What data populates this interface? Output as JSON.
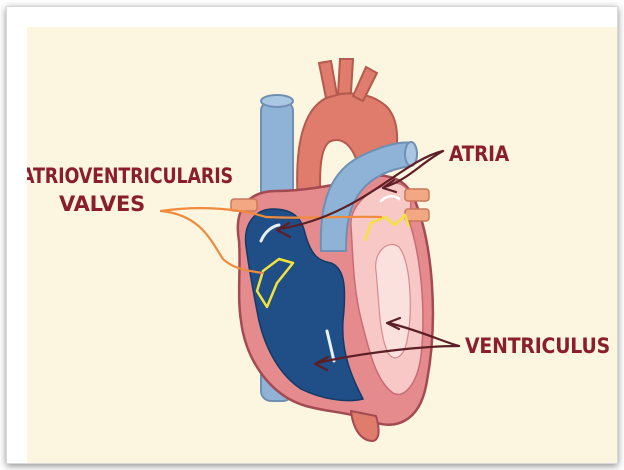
{
  "labels": {
    "av_line1": "ATRIOVENTRICULARIS",
    "av_line2": "VALVES",
    "atria": "ATRIA",
    "ventriculus": "VENTRICULUS"
  },
  "colors": {
    "background": "#fcf6e1",
    "label_text": "#8a1e2a",
    "arrow": "#5c1f26",
    "valve_leader": "#f08a3c",
    "valve_outline": "#f4e23c",
    "vein_blue": "#8fb3d6",
    "right_chamber": "#1f4f86",
    "aorta": "#e07c6c",
    "heart_wall": "#e58b8e",
    "left_chamber": "#f7c8c6"
  }
}
